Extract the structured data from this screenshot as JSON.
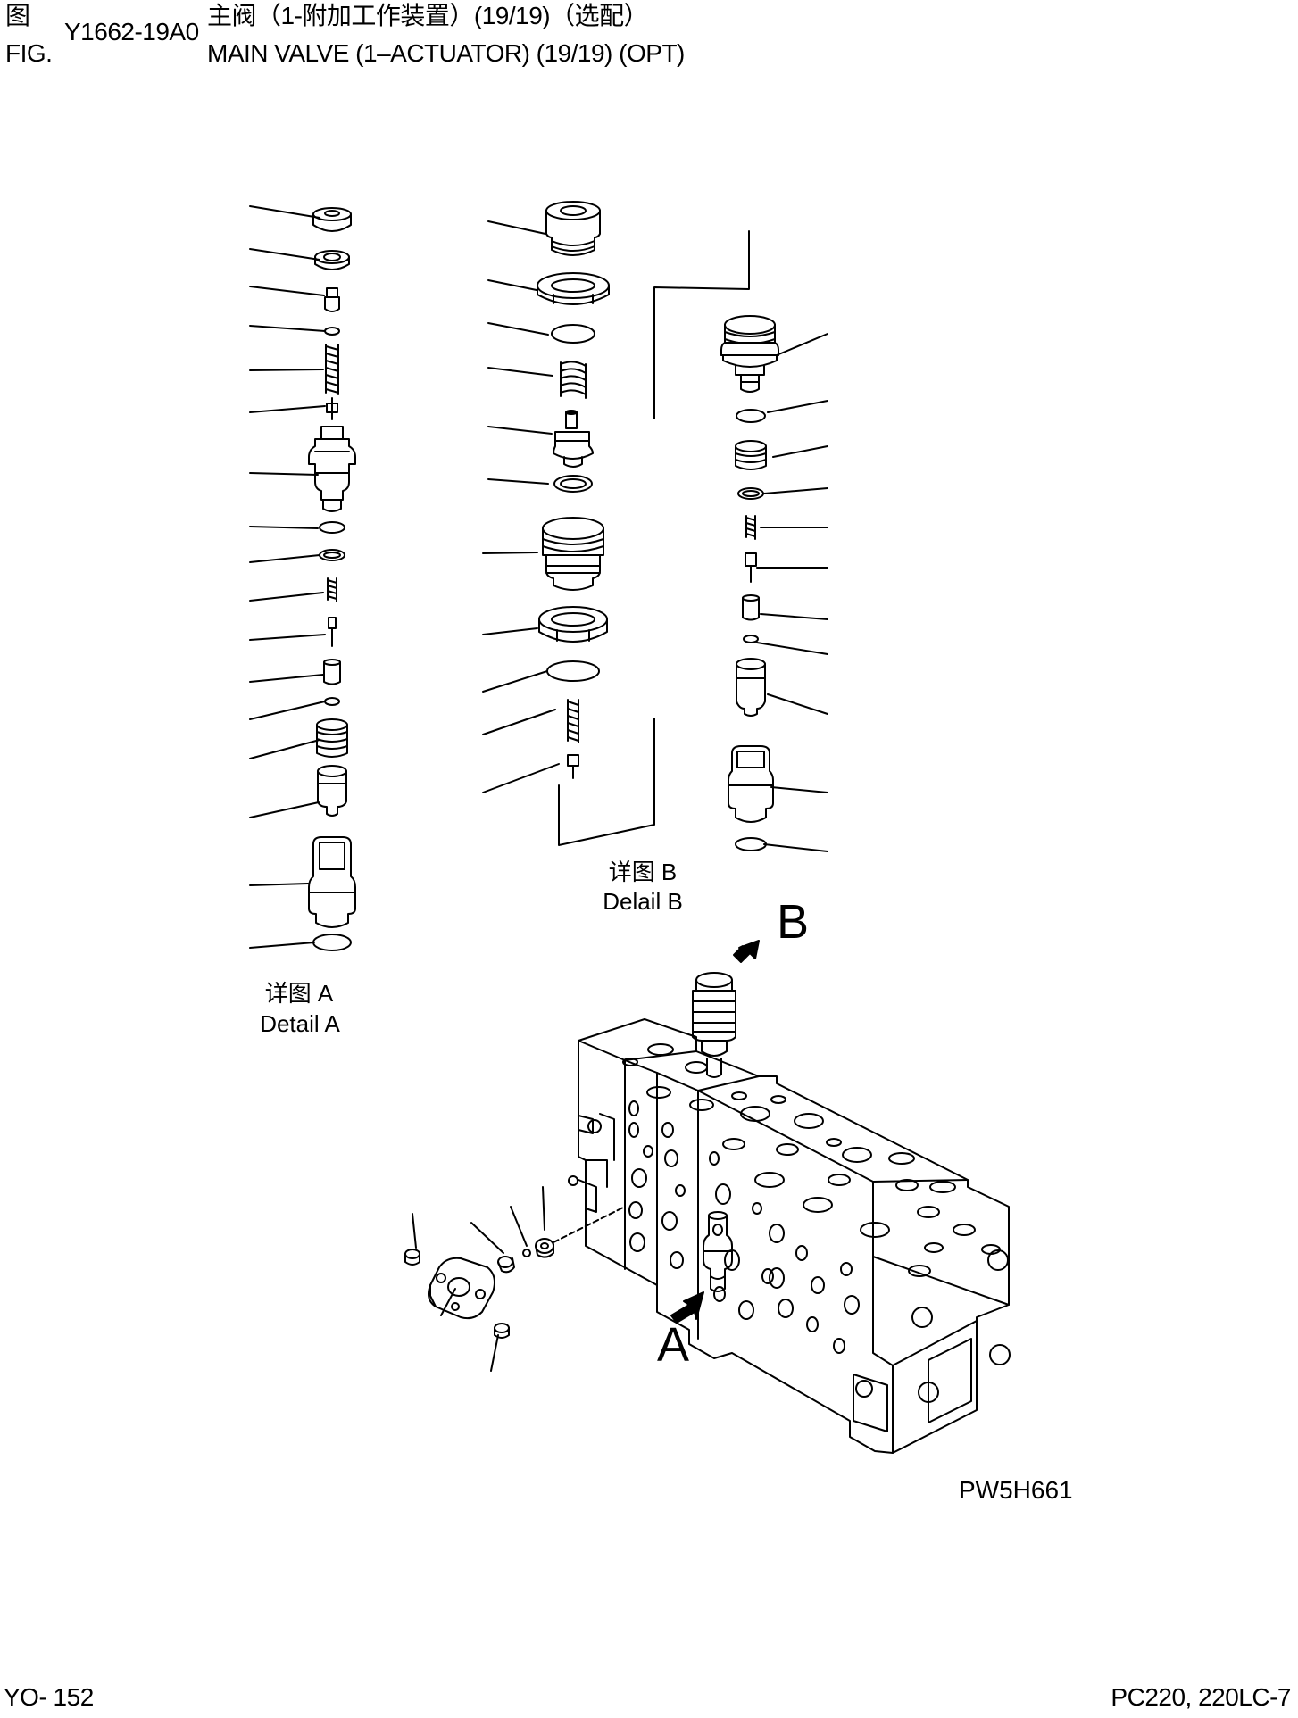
{
  "header": {
    "fig_cn": "图",
    "fig_en": "FIG.",
    "fig_number": "Y1662-19A0",
    "title_cn": "主阀（1-附加工作装置）(19/19)（选配）",
    "title_en": "MAIN VALVE (1–ACTUATOR) (19/19) (OPT)"
  },
  "detail_a": {
    "label_cn": "详图 A",
    "label_en": "Detail A"
  },
  "detail_b": {
    "label_cn": "详图 B",
    "label_en": "Delail B"
  },
  "callouts": {
    "a": "A",
    "b": "B"
  },
  "drawing_code": "PW5H661",
  "footer": {
    "page": "YO- 152",
    "model": "PC220, 220LC-7"
  }
}
